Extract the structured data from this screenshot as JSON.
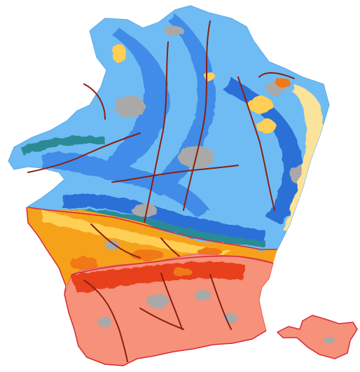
{
  "map": {
    "colors": {
      "background": "#ffffff",
      "north_light_blue": "#6fbcf4",
      "north_mid_blue": "#3f8ce8",
      "north_dark_blue": "#2a6fd6",
      "teal": "#2a8a95",
      "built_up_grey": "#a9a9a9",
      "river_dark_red": "#8a1f12",
      "light_orange": "#ffcf55",
      "orange": "#f5a21a",
      "dark_orange": "#f07818",
      "red": "#e8401a",
      "salmon": "#f6917a",
      "pale_yellow": "#fbe39a",
      "boundary_red": "#d8283a"
    },
    "regions": [
      "northern-blue-plateau",
      "central-orange-belt",
      "southern-salmon-zone",
      "eastern-exclave"
    ]
  }
}
